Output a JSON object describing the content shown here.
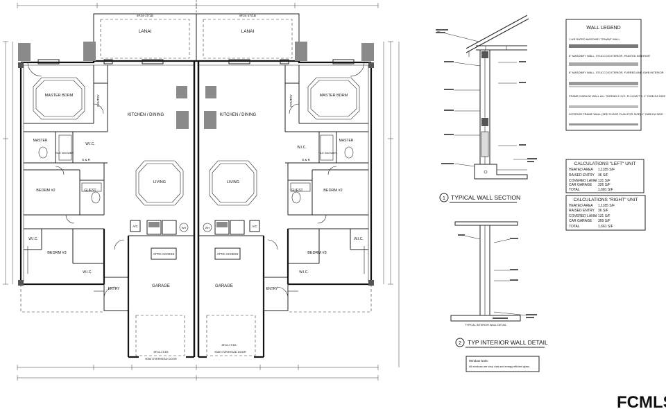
{
  "plan": {
    "lanai_left": "LANAI",
    "lanai_right": "LANAI",
    "kitchen_left": "KITCHEN / DINING",
    "kitchen_right": "KITCHEN / DINING",
    "master_left": "MASTER BDRM",
    "master_right": "MASTER BDRM",
    "master_bath_left": "MASTER",
    "master_bath_right": "MASTER",
    "wic_left": "W.I.C.",
    "wic_right": "W.I.C.",
    "pantry_left": "PANTRY",
    "pantry_right": "PANTRY",
    "tile_shower_left": "TILE SHOWER",
    "tile_shower_right": "TILE SHOWER",
    "living_left": "LIVING",
    "living_right": "LIVING",
    "guest_left": "GUEST",
    "guest_right": "GUEST",
    "bedrm2_left": "BEDRM #2",
    "bedrm2_right": "BEDRM #2",
    "bedrm3_left": "BEDRM #3",
    "bedrm3_right": "BEDRM #3",
    "wic2_left": "W.I.C.",
    "wic2_right": "W.I.C.",
    "wic3_left": "W.I.C.",
    "wic3_right": "W.I.C.",
    "sr_left": "S & R",
    "sr_right": "S & R",
    "attic_left": "ATTIC ACCESS",
    "attic_right": "ATTIC ACCESS",
    "garage_left": "GARAGE",
    "garage_right": "GARAGE",
    "entry_left": "ENTRY",
    "entry_right": "ENTRY",
    "overhead_left": "9080 OVERHEAD DOOR",
    "overhead_right": "9080 OVERHEAD DOOR",
    "ac_left": "A/C",
    "ac_right": "A/C",
    "wh_left": "WH",
    "wh_right": "WH",
    "header_left": "8F24-1T/1B",
    "header_right": "8F24-1T/1B",
    "beam_left": "8F16-1T/1B",
    "beam_right": "8F16-1T/1B"
  },
  "details": {
    "section1_num": "1",
    "section1_title": "TYPICAL WALL SECTION",
    "section2_num": "2",
    "section2_title": "TYP INTERIOR WALL DETAIL",
    "window_note_title": "Window Note:",
    "window_note_body": "All windows are vinyl clad and energy efficient glass"
  },
  "legend": {
    "title": "WALL LEGEND",
    "items": [
      "1-HR RATED MASONRY TENANT WALL",
      "8\" MASONRY WALL, STUCCO EXTERIOR, PAINTED INTERIOR",
      "8\" MASONRY WALL, STUCCO EXTERIOR, FURRED AND GWB INTERIOR",
      "FRAME GARAGE WALL ALL THREAD 6' O/C, R-11 BATTS, 1\" GWB EA SIDE",
      "INTERIOR FRAME WALL (SEE FLOOR PLAN FOR SIZE) 1\" GWB EA SIDE"
    ]
  },
  "calc_left": {
    "title": "CALCULATIONS \"LEFT\" UNIT",
    "rows": [
      {
        "label": "HEATED AREA",
        "value": "1,1185 S/F"
      },
      {
        "label": "RAISED ENTRY",
        "value": "36 S/F"
      },
      {
        "label": "COVERED LANAI",
        "value": "131 S/F"
      },
      {
        "label": "CAR GARAGE",
        "value": "326 S/F"
      },
      {
        "label": "TOTAL",
        "value": "1,681 S/F"
      }
    ]
  },
  "calc_right": {
    "title": "CALCULATIONS \"RIGHT\" UNIT",
    "rows": [
      {
        "label": "HEATED AREA",
        "value": "1,1185 S/F"
      },
      {
        "label": "RAISED ENTRY",
        "value": "36 S/F"
      },
      {
        "label": "COVERED LANAI",
        "value": "131 S/F"
      },
      {
        "label": "CAR GARAGE",
        "value": "309 S/F"
      },
      {
        "label": "TOTAL",
        "value": "1,661 S/F"
      }
    ]
  },
  "watermark": "FCMLS"
}
